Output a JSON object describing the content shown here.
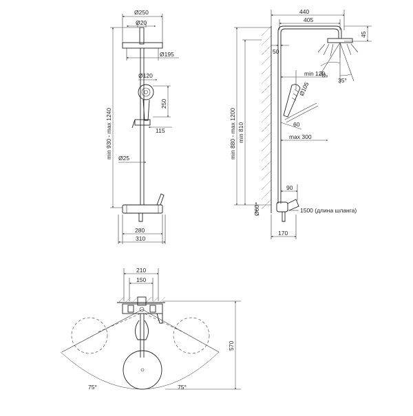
{
  "front_view": {
    "d_top": "Ø250",
    "d_arm": "Ø20",
    "d_head": "Ø195",
    "d_hand": "Ø120",
    "h_hand": "250",
    "w_holder": "115",
    "height_range": "min 930 - max 1240",
    "d_pipe": "Ø25",
    "w_mixer": "280",
    "w_total": "310"
  },
  "side_view": {
    "reach_440": "440",
    "reach_405": "405",
    "h_45": "45",
    "off_50": "50",
    "angle_30": "30°",
    "angle_35": "35°",
    "min_120": "min 120",
    "d_105": "Ø105",
    "height_range": "min 880 - max 1200",
    "min_810": "min 810",
    "angle_60": "60",
    "max_300": "max 300",
    "off_90": "90",
    "d_60": "Ø60",
    "hose": "1500 (длина шланга)",
    "depth_170": "170"
  },
  "top_view": {
    "w_210": "210",
    "w_150": "150",
    "len_570": "570",
    "angle_left": "75°",
    "angle_right": "75°"
  }
}
